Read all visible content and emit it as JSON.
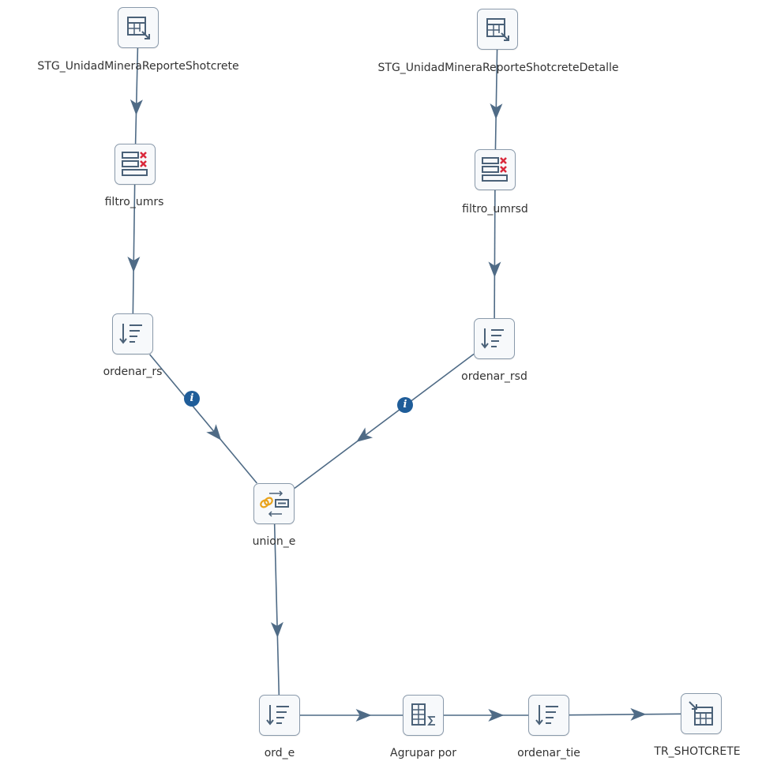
{
  "steps": {
    "stg_rs": {
      "label": "STG_UnidadMineraReporteShotcrete",
      "icon": "table-input-icon"
    },
    "stg_rsd": {
      "label": "STG_UnidadMineraReporteShotcreteDetalle",
      "icon": "table-input-icon"
    },
    "filtro_rs": {
      "label": "filtro_umrs",
      "icon": "filter-rows-icon"
    },
    "filtro_rsd": {
      "label": "filtro_umrsd",
      "icon": "filter-rows-icon"
    },
    "ord_rs": {
      "label": "ordenar_rs",
      "icon": "sort-rows-icon"
    },
    "ord_rsd": {
      "label": "ordenar_rsd",
      "icon": "sort-rows-icon"
    },
    "union": {
      "label": "union_e",
      "icon": "merge-join-icon"
    },
    "ord_e": {
      "label": "ord_e",
      "icon": "sort-rows-icon"
    },
    "agrupar": {
      "label": "Agrupar por",
      "icon": "group-by-icon"
    },
    "ord_tie": {
      "label": "ordenar_tie",
      "icon": "sort-rows-icon"
    },
    "tr": {
      "label": "TR_SHOTCRETE",
      "icon": "table-output-icon"
    }
  },
  "hops": [
    {
      "from": "stg_rs",
      "to": "filtro_rs"
    },
    {
      "from": "filtro_rs",
      "to": "ord_rs"
    },
    {
      "from": "ord_rs",
      "to": "union",
      "info": "i"
    },
    {
      "from": "stg_rsd",
      "to": "filtro_rsd"
    },
    {
      "from": "filtro_rsd",
      "to": "ord_rsd"
    },
    {
      "from": "ord_rsd",
      "to": "union",
      "info": "i"
    },
    {
      "from": "union",
      "to": "ord_e"
    },
    {
      "from": "ord_e",
      "to": "agrupar"
    },
    {
      "from": "agrupar",
      "to": "ord_tie"
    },
    {
      "from": "ord_tie",
      "to": "tr"
    }
  ],
  "colors": {
    "hop": "#4f6b86",
    "info_badge": "#1f5d99",
    "icon_stroke": "#4a6178",
    "filter_x": "#d9283b",
    "join_link": "#e9a21a"
  }
}
